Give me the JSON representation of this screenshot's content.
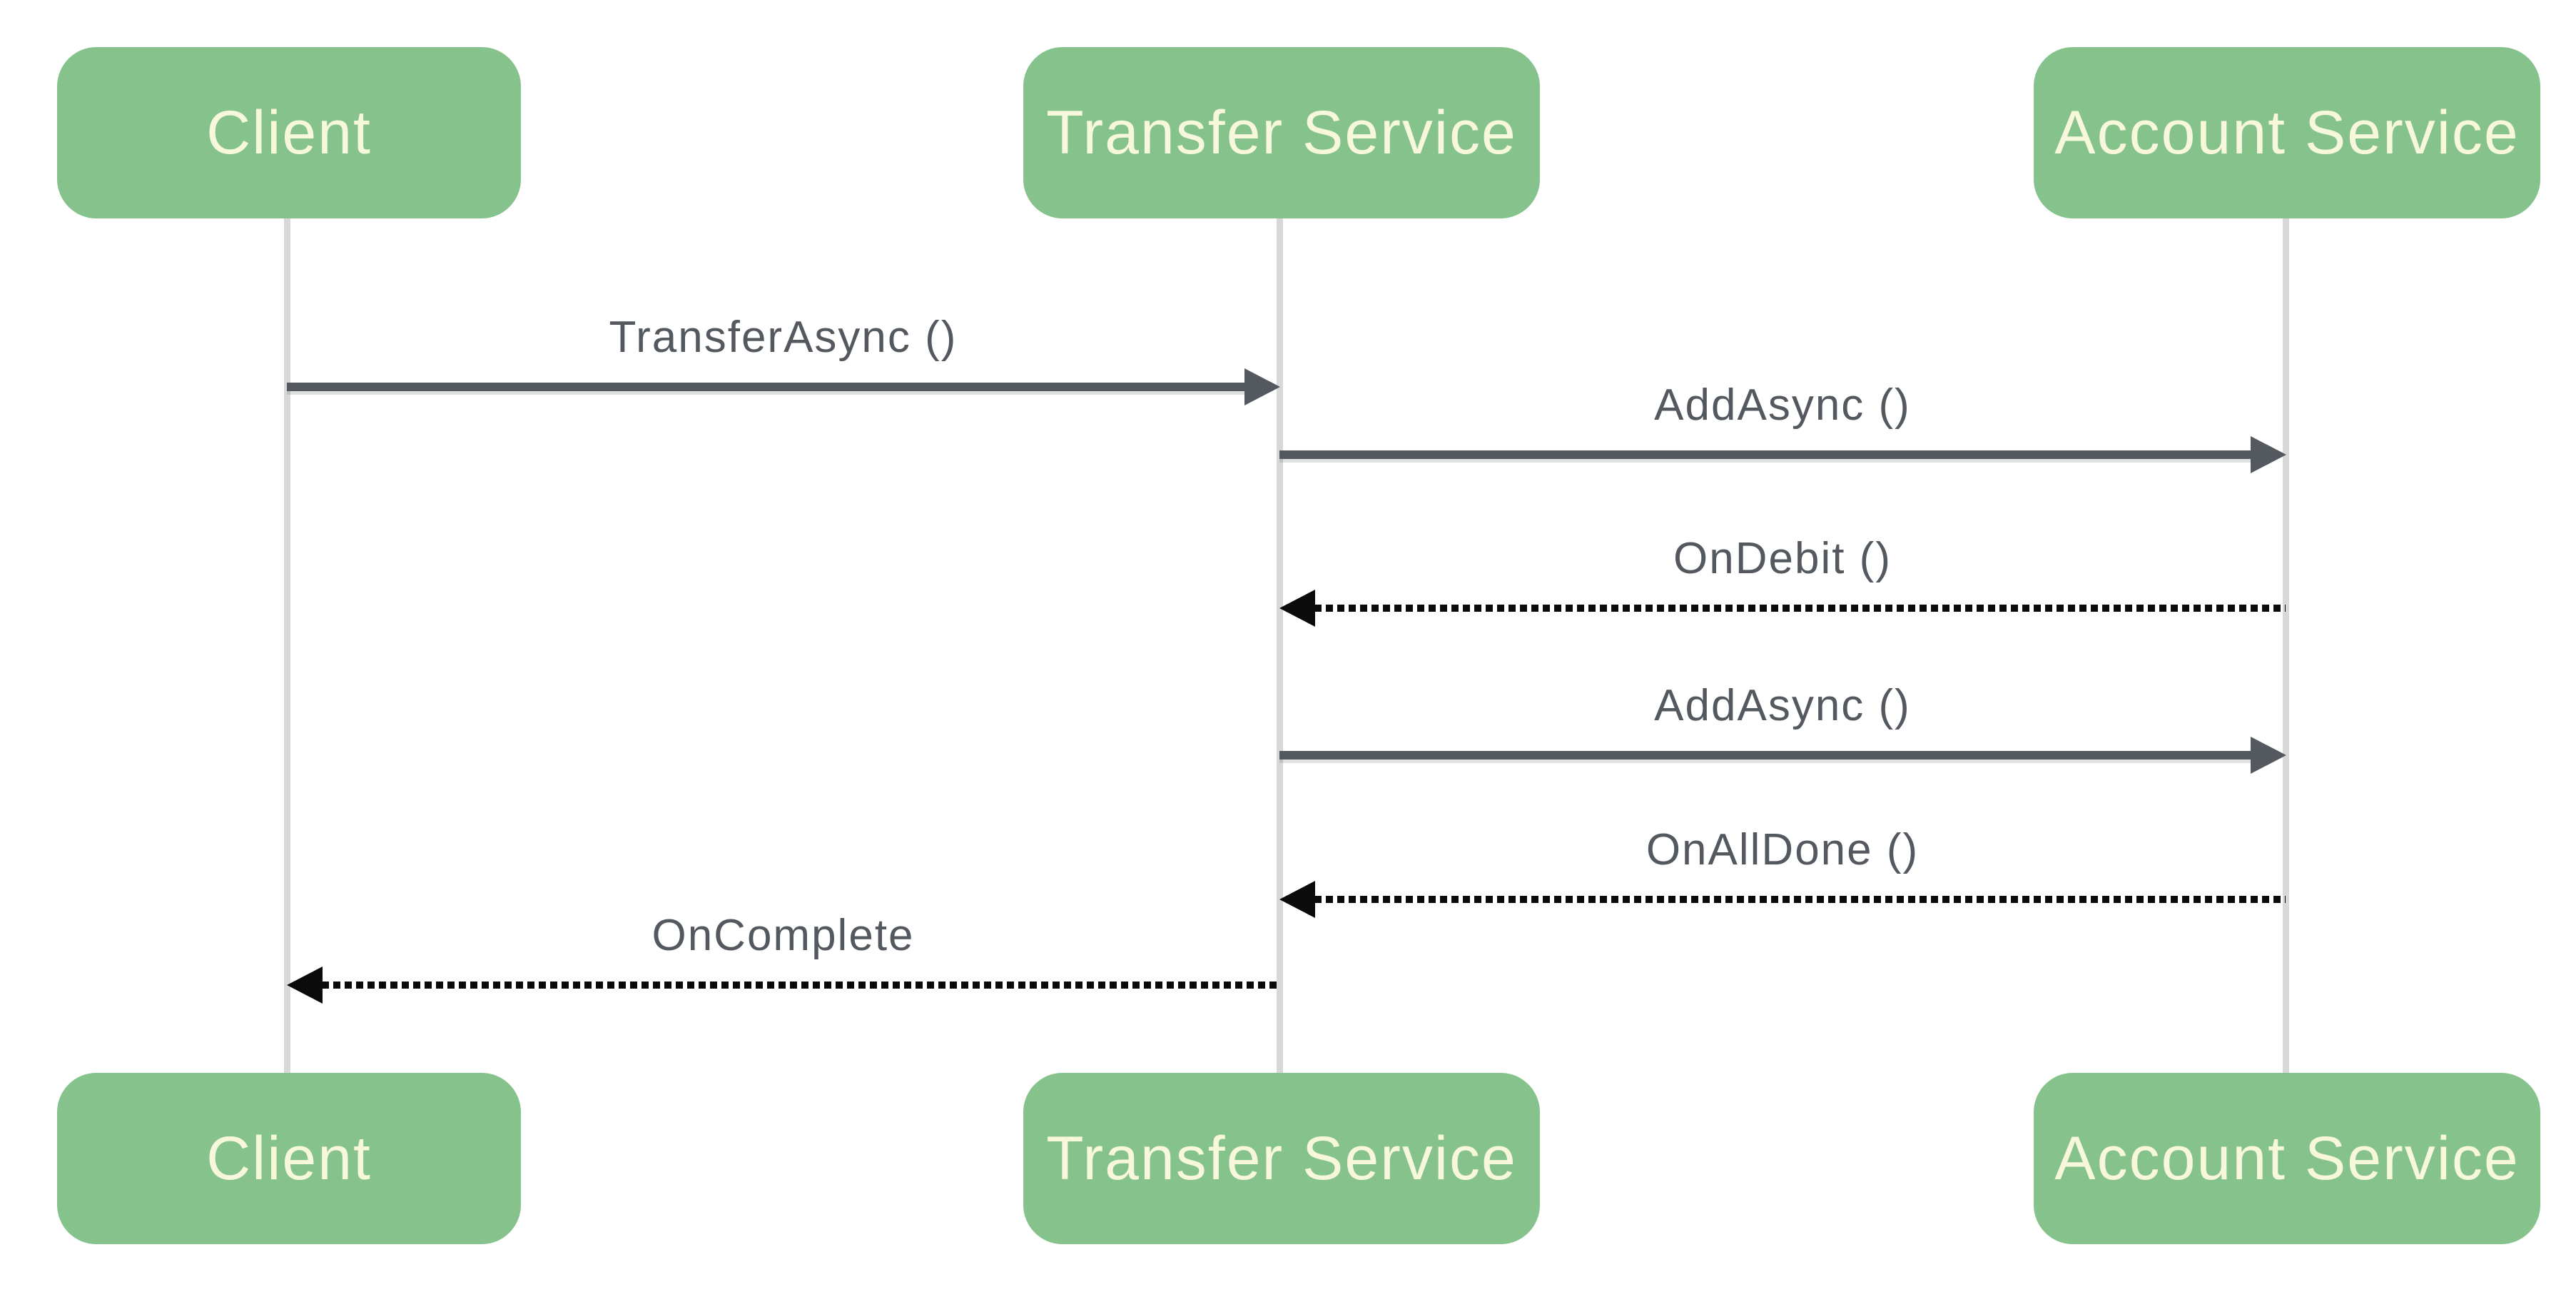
{
  "diagram": {
    "type": "sequence",
    "background_color": "#ffffff",
    "participant_fill_color": "#85c28c",
    "participant_text_color": "#f7f7dc",
    "lifeline_color": "#d8d8d8",
    "solid_arrow_color": "#54585f",
    "dotted_arrow_color": "#0b0b0b",
    "message_text_color": "#54585f",
    "participants": [
      {
        "id": "client",
        "label": "Client"
      },
      {
        "id": "transfer-service",
        "label": "Transfer Service"
      },
      {
        "id": "account-service",
        "label": "Account Service"
      }
    ],
    "messages": [
      {
        "label": "TransferAsync ()",
        "from": "client",
        "to": "transfer-service",
        "style": "solid"
      },
      {
        "label": "AddAsync ()",
        "from": "transfer-service",
        "to": "account-service",
        "style": "solid"
      },
      {
        "label": "OnDebit ()",
        "from": "account-service",
        "to": "transfer-service",
        "style": "dotted"
      },
      {
        "label": "AddAsync ()",
        "from": "transfer-service",
        "to": "account-service",
        "style": "solid"
      },
      {
        "label": "OnAllDone ()",
        "from": "account-service",
        "to": "transfer-service",
        "style": "dotted"
      },
      {
        "label": "OnComplete",
        "from": "transfer-service",
        "to": "client",
        "style": "dotted"
      }
    ]
  }
}
